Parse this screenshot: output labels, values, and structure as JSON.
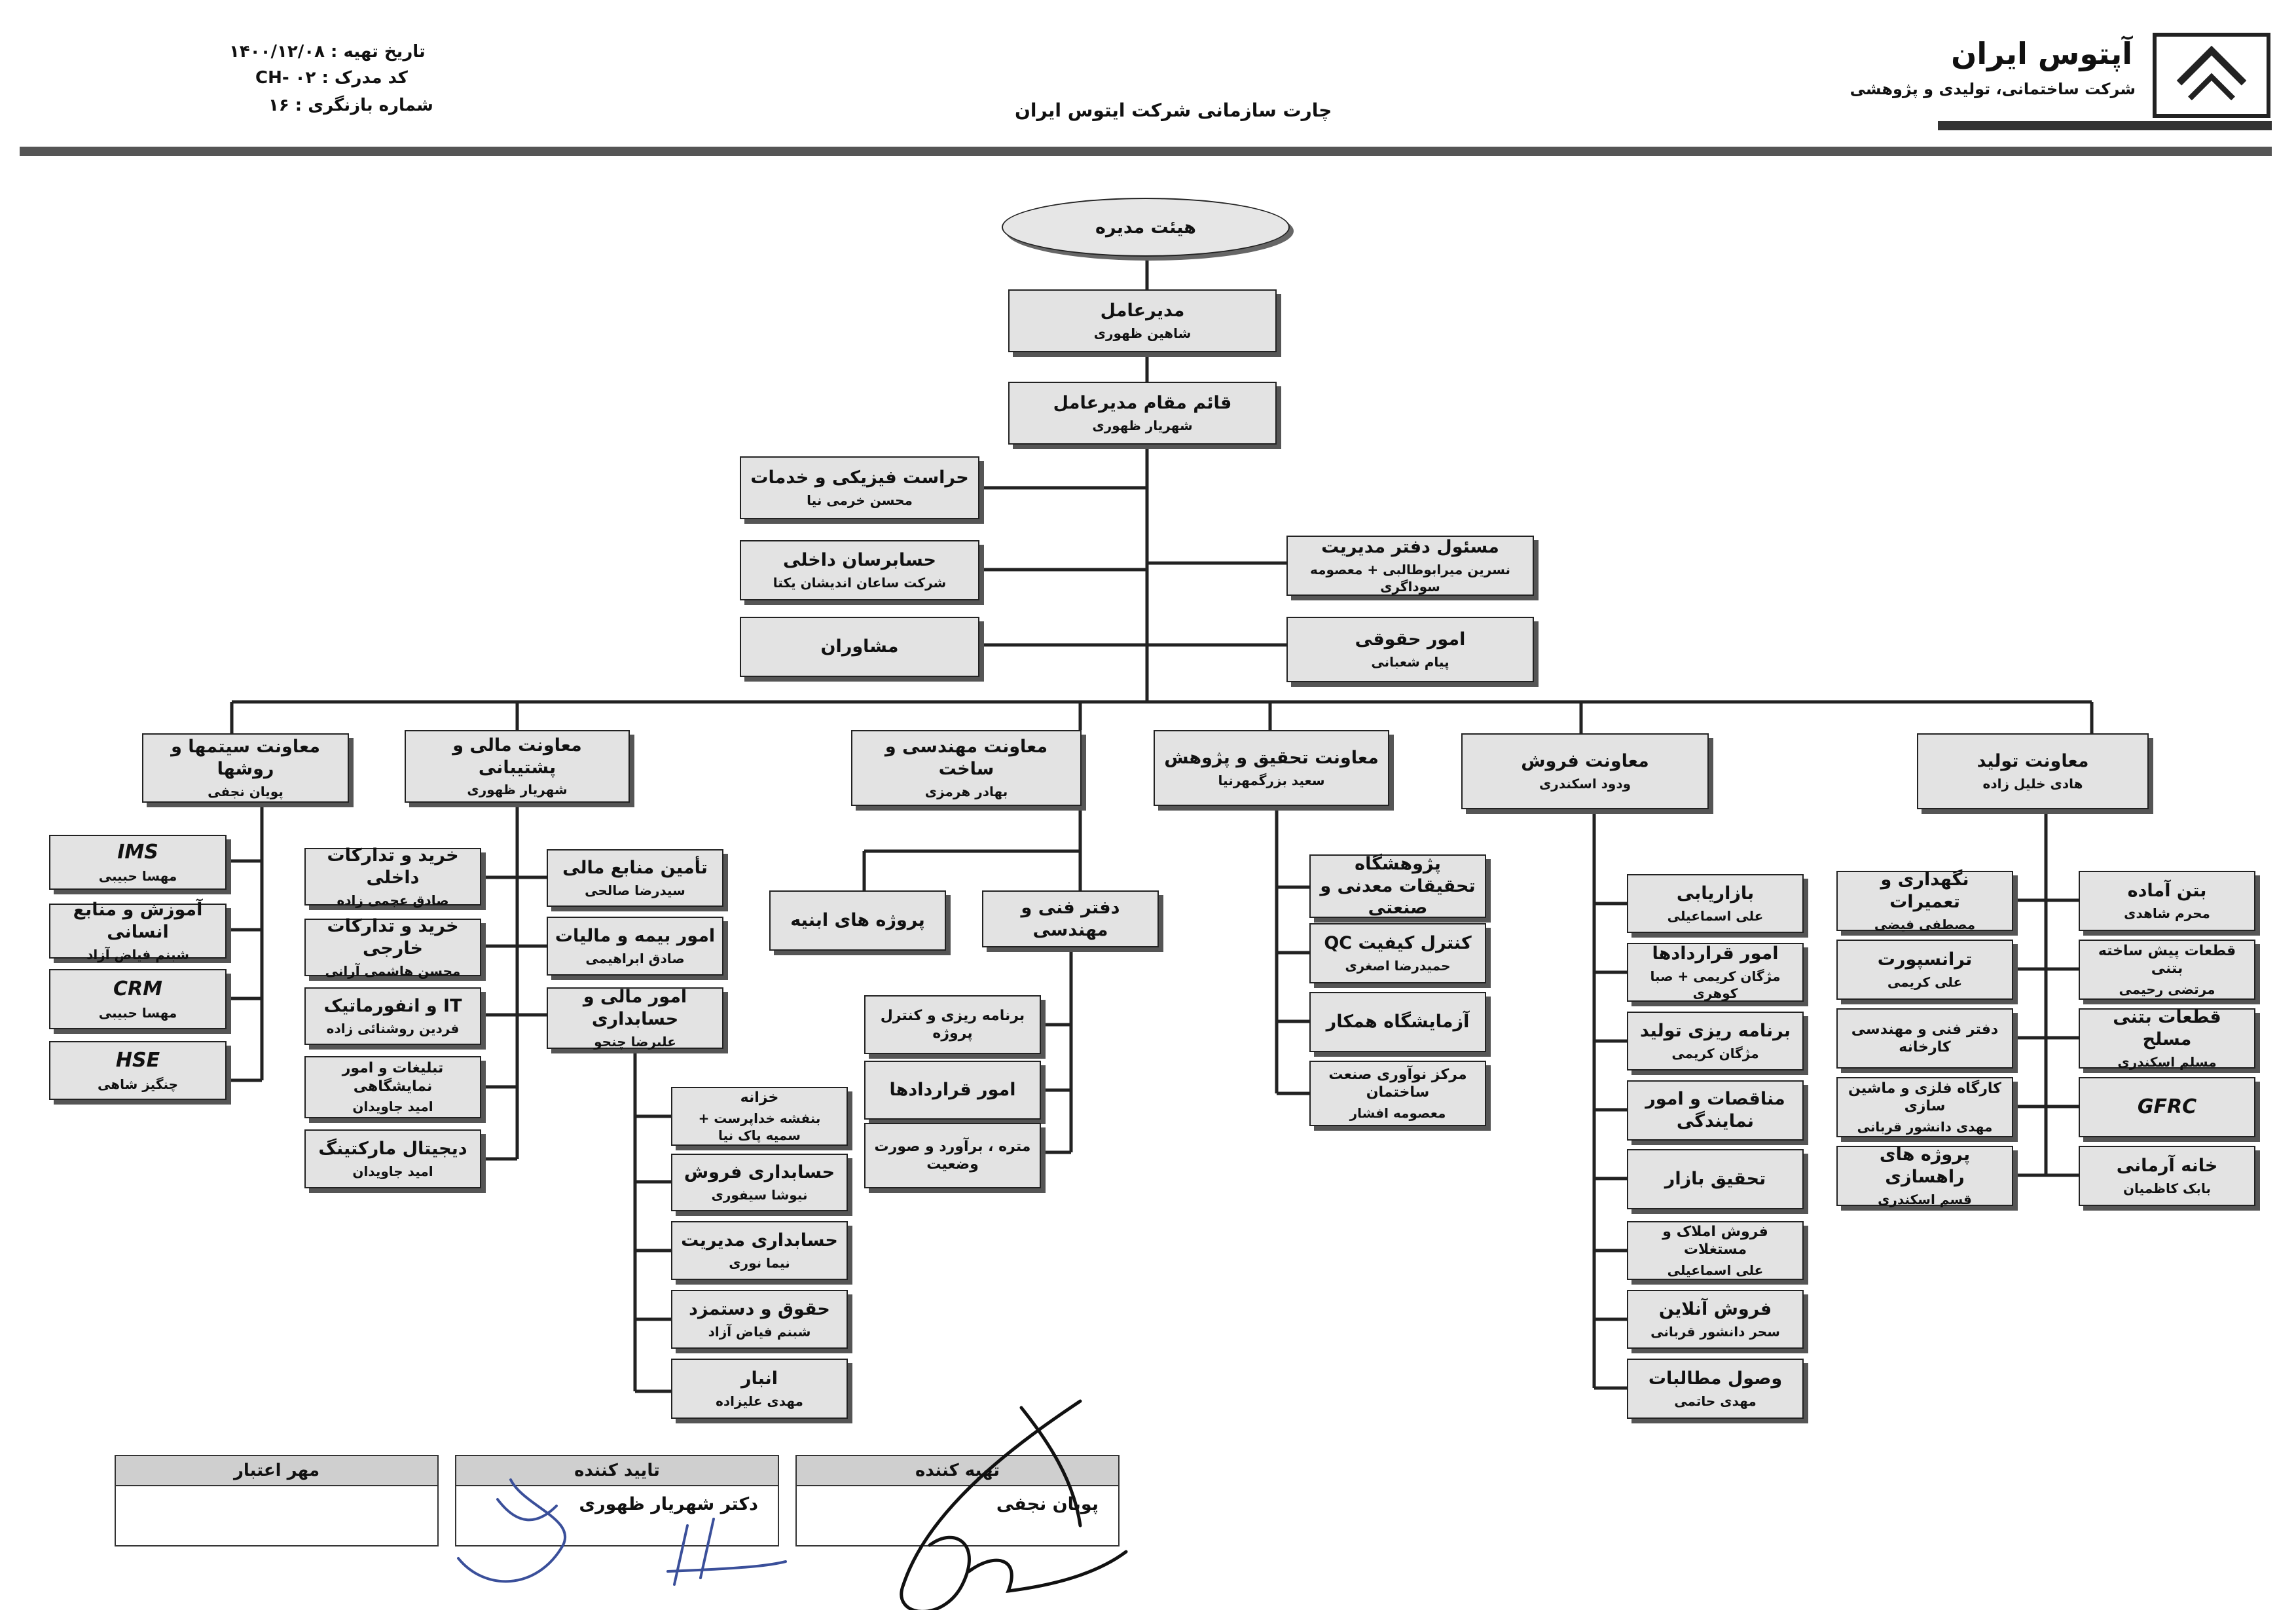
{
  "header": {
    "company_name": "آپتوس ایران",
    "company_sub": "شرکت ساختمانی، تولیدی و پژوهشی",
    "doc_title": "چارت سازمانی شرکت ایتوس ایران",
    "date_line": "تاریخ تهیه : ۱۴۰۰/۱۲/۰۸",
    "code_line": "کد مدرک : CH- ۰۲",
    "revision_line": "شماره بازنگری : ۱۶"
  },
  "board": "هیئت مدیره",
  "ceo": {
    "title": "مدیرعامل",
    "name": "شاهین ظهوری"
  },
  "deputy_ceo": {
    "title": "قائم مقام مدیرعامل",
    "name": "شهریار ظهوری"
  },
  "staff_left": [
    {
      "title": "حراست فیزیکی و خدمات",
      "name": "محسن خرمی نیا"
    },
    {
      "title": "حسابرسان داخلی",
      "name": "شرکت ساعان اندیشان یکتا"
    },
    {
      "title": "مشاوران",
      "name": ""
    }
  ],
  "staff_right": [
    {
      "title": "مسئول دفتر مدیریت",
      "name": "نسرین میرابوطالبی + معصومه سوداگری"
    },
    {
      "title": "امور حقوقی",
      "name": "پیام شعبانی"
    }
  ],
  "deputies": {
    "systems": {
      "title": "معاونت سیتمها و روشها",
      "name": "پویان نجفی"
    },
    "finance": {
      "title": "معاونت مالی و پشتیبانی",
      "name": "شهریار ظهوری"
    },
    "engineering": {
      "title": "معاونت مهندسی و ساخت",
      "name": "بهادر هرمزی"
    },
    "research": {
      "title": "معاونت تحقیق و پژوهش",
      "name": "سعید بزرگمهرنیا"
    },
    "sales": {
      "title": "معاونت فروش",
      "name": "ودود اسکندری"
    },
    "production": {
      "title": "معاونت تولید",
      "name": "هادی خلیل زاده"
    }
  },
  "systems_units": [
    {
      "title": "IMS",
      "name": "مهسا حبیبی"
    },
    {
      "title": "آموزش و منابع انسانی",
      "name": "شبنم فیاض آزاد"
    },
    {
      "title": "CRM",
      "name": "مهسا حبیبی"
    },
    {
      "title": "HSE",
      "name": "چنگیز شاهی"
    }
  ],
  "finance_left": [
    {
      "title": "خرید و تدارکات داخلی",
      "name": "صادق عجمی زاده"
    },
    {
      "title": "خرید و تدارکات خارجی",
      "name": "محسن هاشمی آرانی"
    },
    {
      "title": "IT و انفورماتیک",
      "name": "فردین روشنائی زاده"
    },
    {
      "title": "تبلیغات و امور نمایشگاهی",
      "name": "امید جاویدان"
    },
    {
      "title": "دیجیتال مارکتینگ",
      "name": "امید جاویدان"
    }
  ],
  "finance_right": [
    {
      "title": "تأمین منابع مالی",
      "name": "سیدرضا صالحی"
    },
    {
      "title": "امور بیمه و مالیات",
      "name": "صادق ابراهیمی"
    },
    {
      "title": "امور مالی و حسابداری",
      "name": "علیرضا چنجو"
    }
  ],
  "accounting_units": [
    {
      "title": "خزانه",
      "name": "بنفشه خداپرست + سمیه پاک نیا"
    },
    {
      "title": "حسابداری فروش",
      "name": "نیوشا سیفوری"
    },
    {
      "title": "حسابداری مدیریت",
      "name": "نیما نوری"
    },
    {
      "title": "حقوق و دستمزد",
      "name": "شبنم فیاض آزاد"
    },
    {
      "title": "انبار",
      "name": "مهدی علیزاده"
    }
  ],
  "engineering_units": {
    "projects": "پروژه های ابنیه",
    "technical": "دفتر فنی و مهندسی",
    "tech_sub": [
      {
        "title": "برنامه ریزی و کنترل پروژه"
      },
      {
        "title": "امور قراردادها"
      },
      {
        "title": "متره ، برآورد و صورت وضعیت"
      }
    ]
  },
  "research_units": [
    {
      "title": "پژوهشگاه تحقیقات معدنی و صنعتی",
      "name": ""
    },
    {
      "title": "کنترل کیفیت QC",
      "name": "حمیدرضا اصغری"
    },
    {
      "title": "آزمایشگاه همکار",
      "name": ""
    },
    {
      "title": "مرکز نوآوری صنعت ساختمان",
      "name": "معصومه افشار"
    }
  ],
  "sales_units": [
    {
      "title": "بازاریابی",
      "name": "علی اسماعیلی"
    },
    {
      "title": "امور قراردادها",
      "name": "مژگان کریمی + صبا کوهری"
    },
    {
      "title": "برنامه ریزی تولید",
      "name": "مژگان کریمی"
    },
    {
      "title": "مناقصات و امور نمایندگی",
      "name": ""
    },
    {
      "title": "تحقیق بازار",
      "name": ""
    },
    {
      "title": "فروش املاک و مستغلات",
      "name": "علی اسماعیلی"
    },
    {
      "title": "فروش آنلاین",
      "name": "سحر دانشور قربانی"
    },
    {
      "title": "وصول مطالبات",
      "name": "مهدی حاتمی"
    }
  ],
  "production_left": [
    {
      "title": "نگهداری و تعمیرات",
      "name": "مصطفی فیضی"
    },
    {
      "title": "ترانسپورت",
      "name": "علی کریمی"
    },
    {
      "title": "دفتر فنی و مهندسی کارخانه",
      "name": ""
    },
    {
      "title": "کارگاه فلزی و ماشین سازی",
      "name": "مهدی دانشور قربانی"
    },
    {
      "title": "پروژه های راهسازی",
      "name": "قسم اسکندری"
    }
  ],
  "production_right": [
    {
      "title": "بتن آماده",
      "name": "محرم شاهدی"
    },
    {
      "title": "قطعات پیش ساخته بتنی",
      "name": "مرتضی رحیمی"
    },
    {
      "title": "قطعات بتنی مسلح",
      "name": "مسلم اسکندری"
    },
    {
      "title": "GFRC",
      "name": ""
    },
    {
      "title": "خانه آرمانی",
      "name": "بابک کاظمیان"
    }
  ],
  "signatures": {
    "seal": {
      "label": "مهر اعتبار",
      "value": ""
    },
    "approver": {
      "label": "تایید کننده",
      "value": "دکتر شهریار ظهوری"
    },
    "preparer": {
      "label": "تهیه کننده",
      "value": "پویان نجفی"
    }
  }
}
